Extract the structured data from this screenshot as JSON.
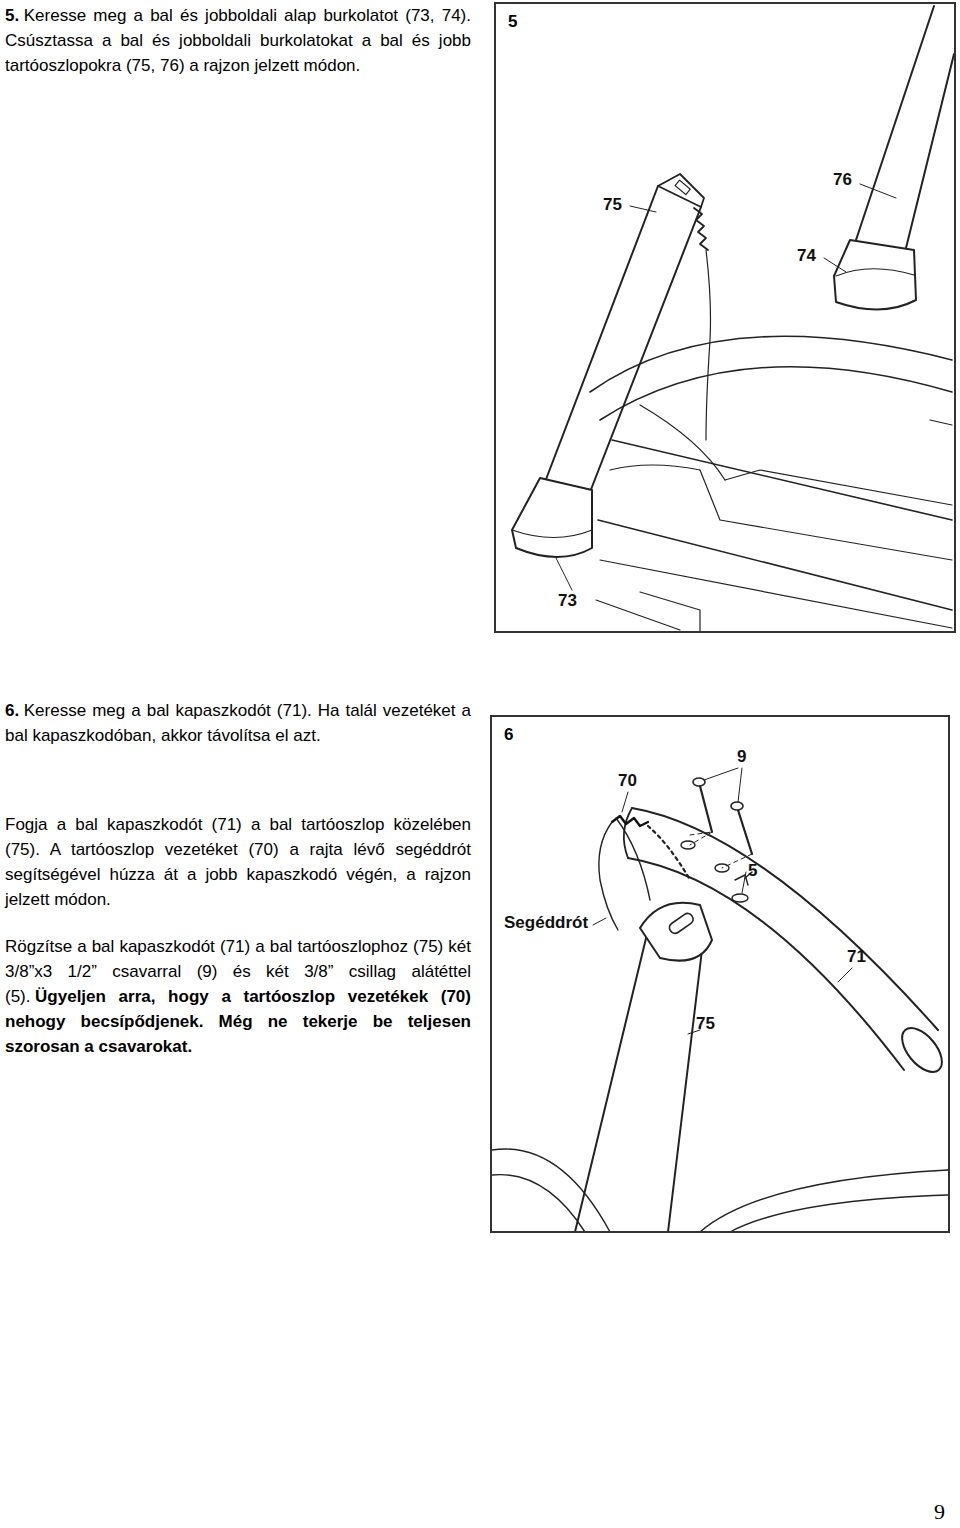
{
  "diagram": {
    "nodes": [
      {
        "text": [
          "5"
        ]
      },
      {
        "text": [
          "6"
        ]
      }
    ],
    "labels": [
      "5.",
      "Keresse meg a bal és jobboldali alap burkolatot (73, 74). Csúsztassa a bal és jobboldali burkolatokat a bal és jobb tartóoszlopokra (75, 76) a rajzon jelzett módon.",
      "6.",
      "Keresse meg a bal kapaszkodót (71). Ha talál vezetéket a bal kapaszkodóban, akkor távolítsa el azt.",
      "Fogja a bal kapaszkodót (71) a bal tartóoszlop közelében (75). A tartóoszlop vezetéket (70) a rajta lévő segéddrót segítségével húzza át a jobb kapaszkodó végén, a rajzon jelzett módon.",
      "Rögzítse a bal kapaszkodót (71) a bal tartóoszlophoz (75) két 3/8”x3 1/2” csavarral (9) és két 3/8” csillag alátéttel (5).",
      "Ügyeljen arra, hogy a tartóoszlop vezetékek (70) nehogy becsípődjenek. Még ne tekerje be teljesen szorosan a csavarokat.",
      "75",
      "76",
      "74",
      "73",
      "70",
      "9",
      "5",
      "Segéddrót",
      "71",
      "75",
      "9"
    ]
  }
}
